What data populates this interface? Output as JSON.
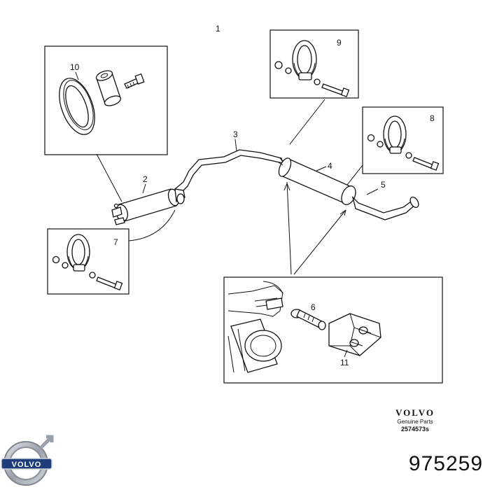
{
  "callouts": {
    "c1": "1",
    "c2": "2",
    "c3": "3",
    "c4": "4",
    "c5": "5",
    "c6": "6",
    "c7": "7",
    "c8": "8",
    "c9": "9",
    "c10": "10",
    "c11": "11"
  },
  "brand": {
    "wordmark": "VOLVO",
    "subtitle": "Genuine Parts",
    "drawing_ref": "2574573s",
    "logo_text": "VOLVO"
  },
  "part_number": "975259",
  "colors": {
    "line": "#111111",
    "logo_blue": "#1f3d7a",
    "logo_silver": "#b9bec6"
  }
}
